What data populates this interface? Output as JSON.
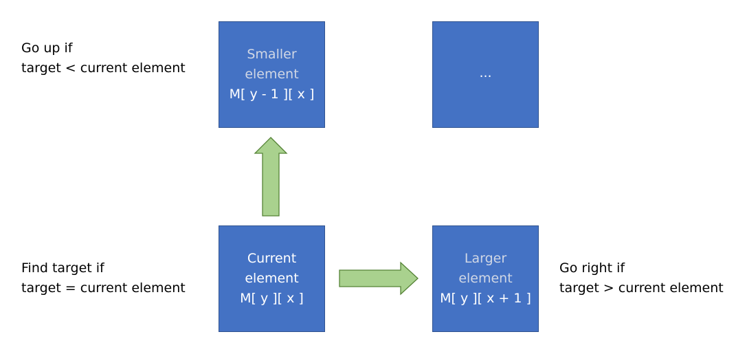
{
  "labels": {
    "go_up": [
      "Go up if",
      "target < current element"
    ],
    "find_target": [
      "Find target if",
      "target = current element"
    ],
    "go_right": [
      "Go right if",
      "target > current element"
    ]
  },
  "boxes": {
    "smaller": {
      "line1": "Smaller",
      "line2": "element",
      "line3": "M[ y - 1 ][ x ]"
    },
    "ellipsis": {
      "text": "..."
    },
    "current": {
      "line1": "Current",
      "line2": "element",
      "line3": "M[ y ][ x ]"
    },
    "larger": {
      "line1": "Larger",
      "line2": "element",
      "line3": "M[ y ][ x + 1 ]"
    }
  },
  "colors": {
    "box_fill": "#4472c4",
    "box_border": "#2f528f",
    "arrow_fill": "#a9d18e",
    "arrow_border": "#548235"
  }
}
